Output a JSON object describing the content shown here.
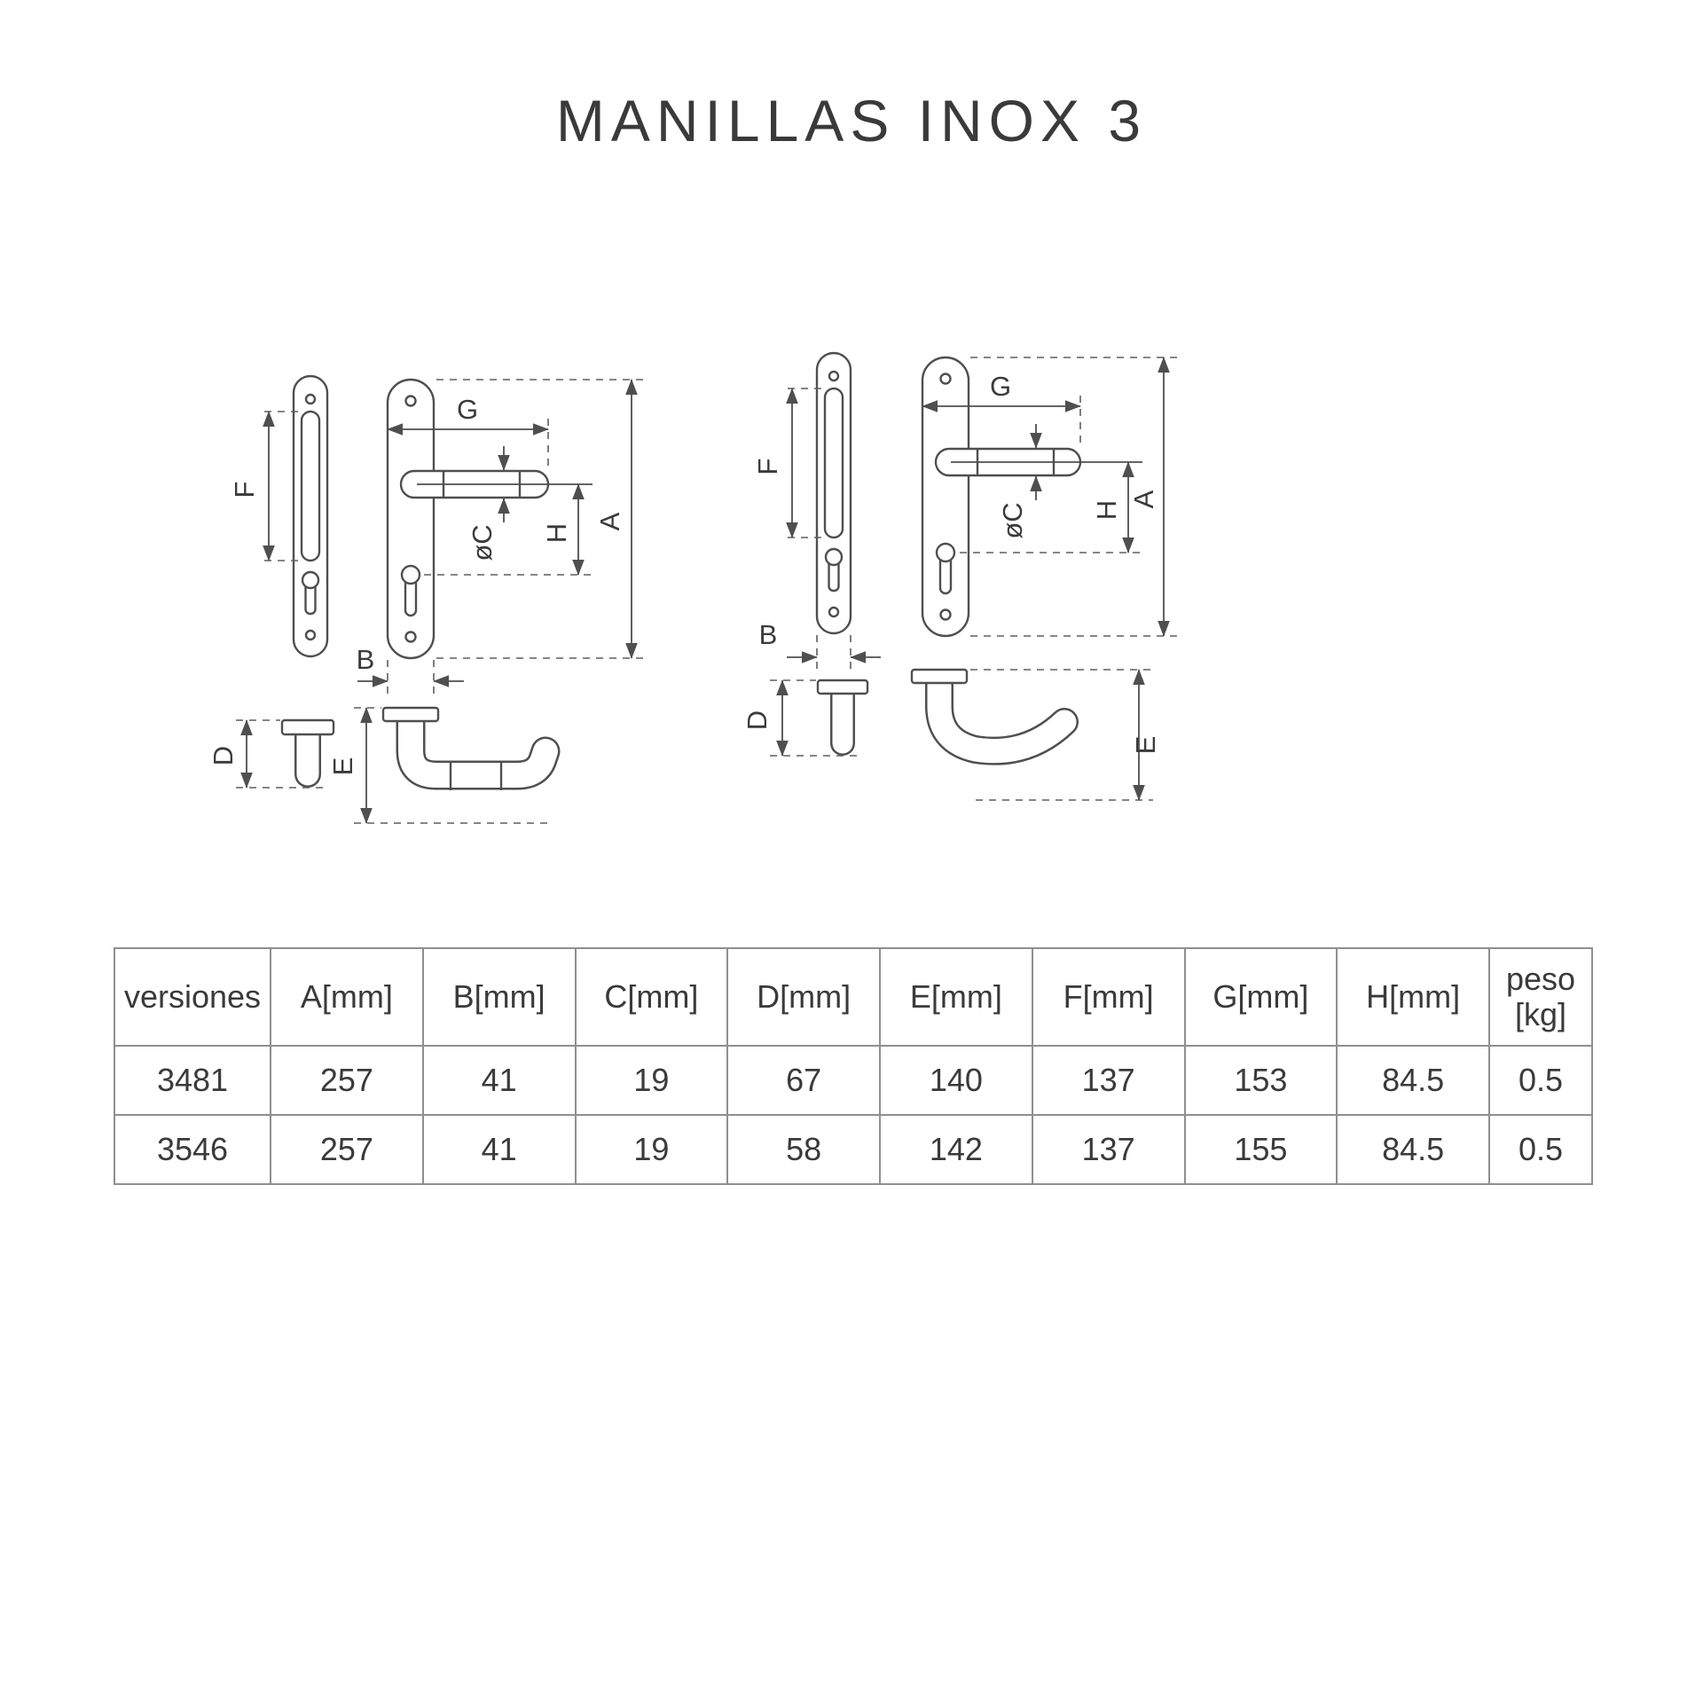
{
  "title": "MANILLAS INOX 3",
  "dims": {
    "A": "A",
    "B": "B",
    "C": "øC",
    "D": "D",
    "E": "E",
    "F": "F",
    "G": "G",
    "H": "H"
  },
  "table": {
    "headers": [
      "versiones",
      "A[mm]",
      "B[mm]",
      "C[mm]",
      "D[mm]",
      "E[mm]",
      "F[mm]",
      "G[mm]",
      "H[mm]",
      "peso [kg]"
    ],
    "rows": [
      [
        "3481",
        "257",
        "41",
        "19",
        "67",
        "140",
        "137",
        "153",
        "84.5",
        "0.5"
      ],
      [
        "3546",
        "257",
        "41",
        "19",
        "58",
        "142",
        "137",
        "155",
        "84.5",
        "0.5"
      ]
    ]
  }
}
